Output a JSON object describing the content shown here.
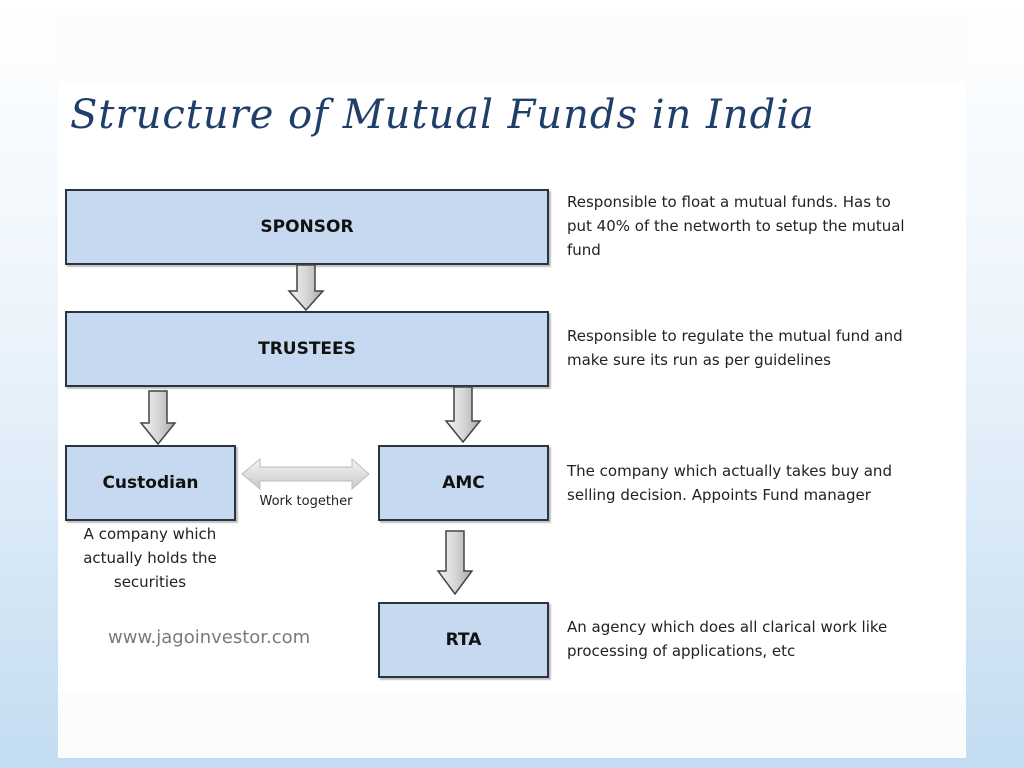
{
  "title": "Structure of Mutual Funds in India",
  "boxes": {
    "sponsor": "SPONSOR",
    "trustees": "TRUSTEES",
    "custodian": "Custodian",
    "amc": "AMC",
    "rta": "RTA"
  },
  "descriptions": {
    "sponsor": [
      "Responsible to float a mutual funds. Has to",
      "put 40% of the networth to setup the mutual",
      "fund"
    ],
    "trustees": [
      "Responsible to regulate the mutual fund and",
      "make sure its run as per guidelines"
    ],
    "amc": [
      "The company which actually takes buy and",
      "selling decision. Appoints Fund manager"
    ],
    "rta": [
      "An agency which does all clarical work like",
      "processing of applications, etc"
    ]
  },
  "custodian_note": [
    "A company which",
    "actually holds the",
    "securities"
  ],
  "work_together": "Work together",
  "watermark": "www.jagoinvestor.com"
}
